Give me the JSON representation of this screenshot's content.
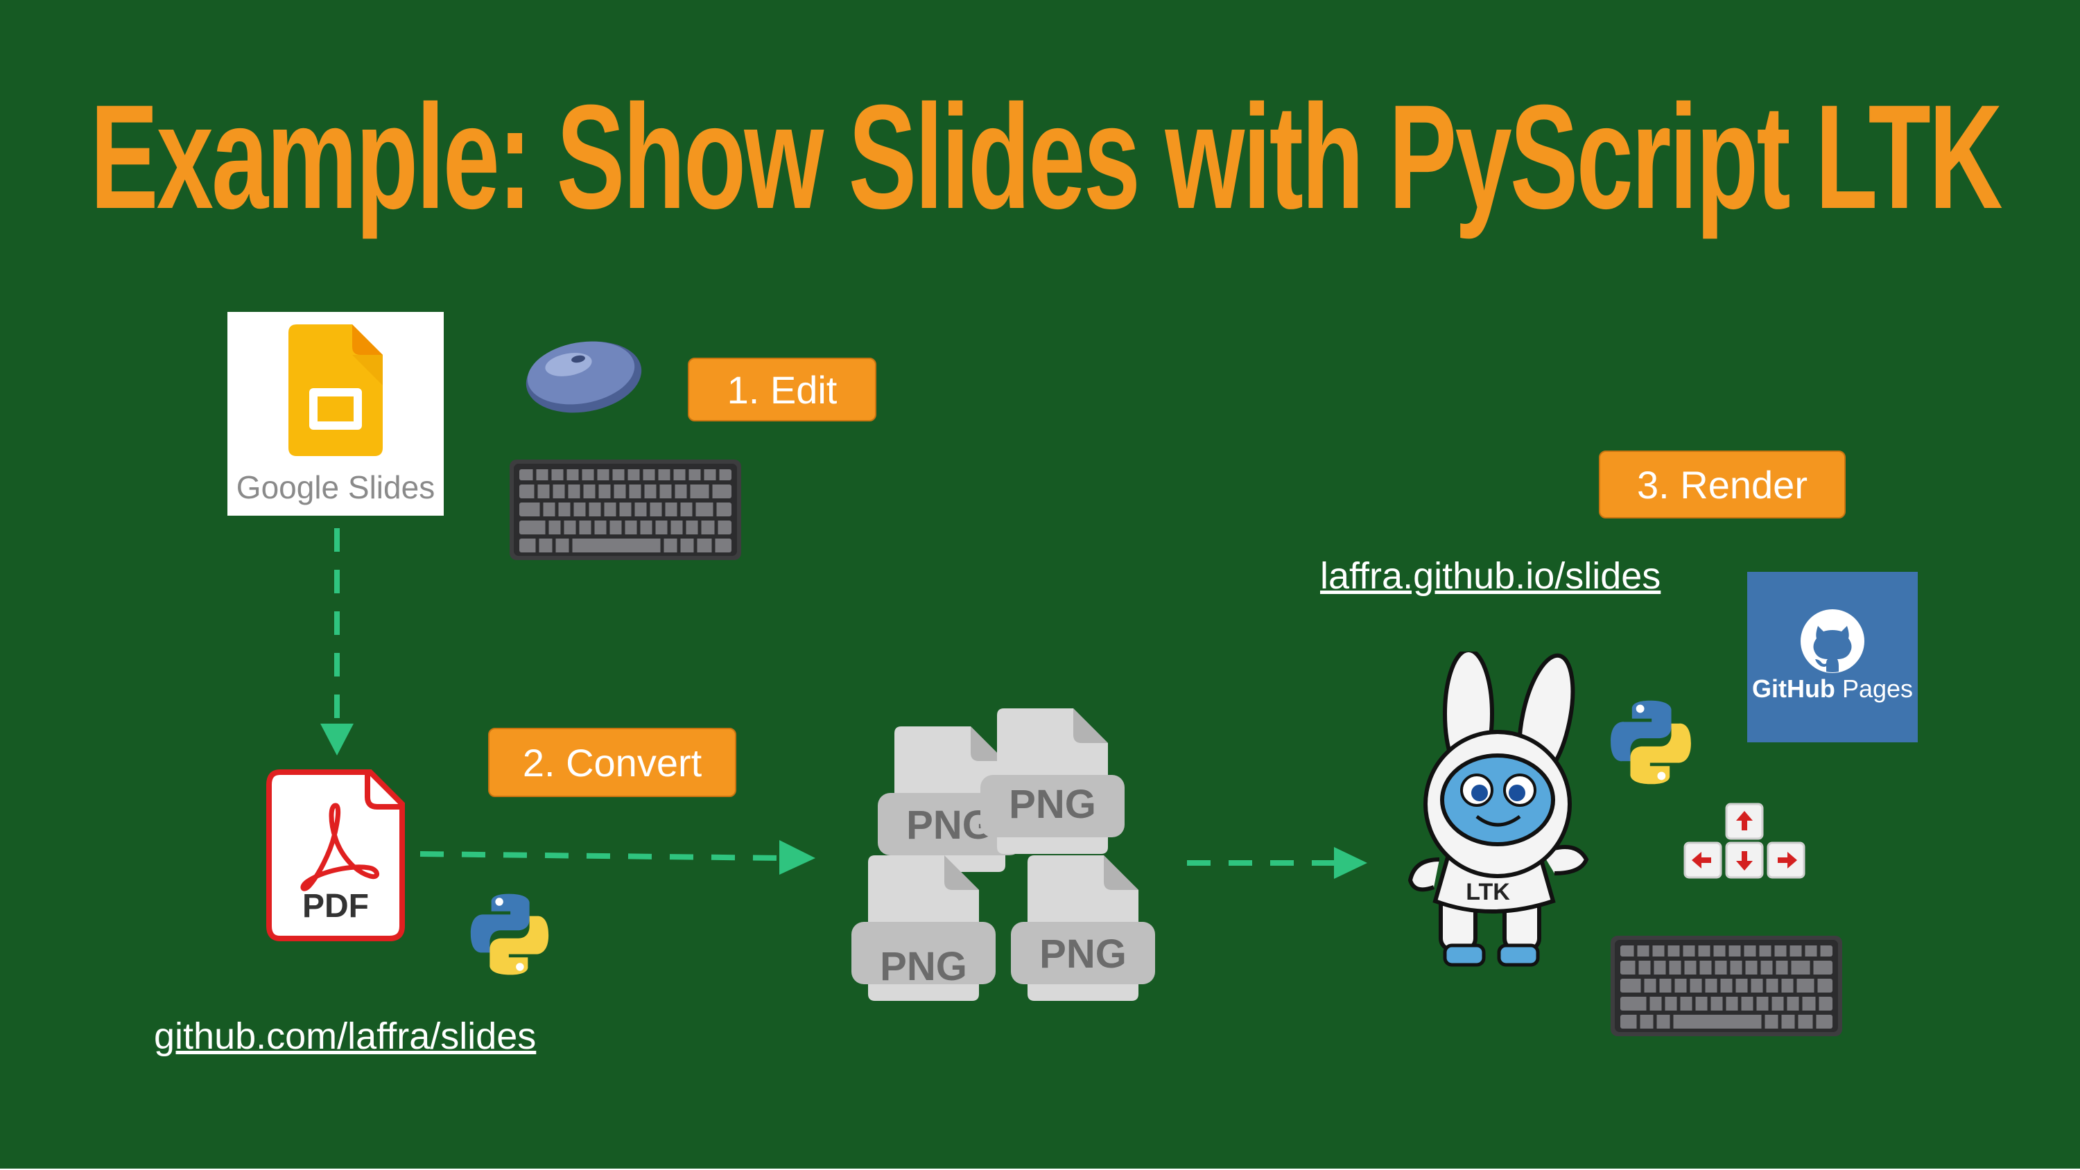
{
  "title": "Example: Show Slides with PyScript LTK",
  "steps": {
    "edit": "1. Edit",
    "convert": "2. Convert",
    "render": "3. Render"
  },
  "links": {
    "repo": "github.com/laffra/slides",
    "site": "laffra.github.io/slides"
  },
  "google_slides_label": "Google Slides",
  "pdf_label": "PDF",
  "png_label": "PNG",
  "github_pages": {
    "bold": "GitHub",
    "rest": "Pages"
  },
  "mascot_label": "LTK",
  "colors": {
    "background": "#165a23",
    "accent": "#f4961f",
    "arrow": "#2fc47f",
    "link": "#ffffff"
  },
  "icons": [
    "google-slides-icon",
    "mouse-icon",
    "keyboard-icon",
    "pdf-icon",
    "python-icon",
    "png-file-icon",
    "ltk-mascot-icon",
    "github-pages-icon",
    "arrow-keys-icon"
  ]
}
